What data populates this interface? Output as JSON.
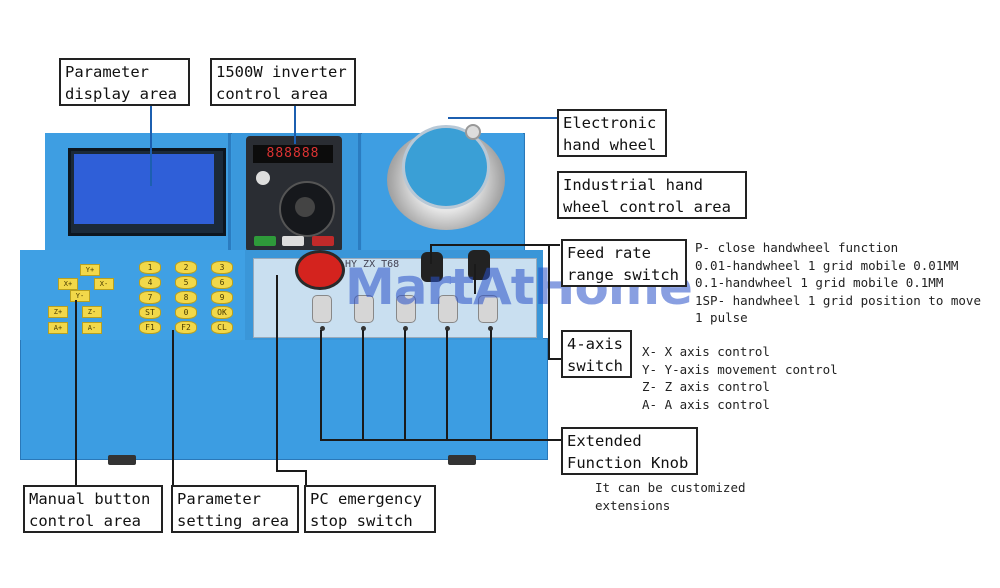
{
  "colors": {
    "machine_blue": "#3b9be0",
    "key_yellow": "#f2d84a",
    "estop_red": "#d4231e",
    "watermark_blue": "#2850c8"
  },
  "labels": {
    "parameter_display": [
      "Parameter",
      "display area"
    ],
    "inverter_control": [
      "1500W inverter",
      "control area"
    ],
    "electronic_wheel": [
      "Electronic",
      "hand wheel"
    ],
    "industrial_wheel": [
      "Industrial hand",
      "wheel control area"
    ],
    "feed_rate": [
      "Feed rate",
      "range switch"
    ],
    "axis_switch": [
      "4-axis",
      "switch"
    ],
    "extended_knob": [
      "Extended",
      "Function Knob"
    ],
    "manual_button": [
      "Manual button",
      "control area"
    ],
    "parameter_setting": [
      "Parameter",
      "setting area"
    ],
    "pc_estop": [
      "PC emergency",
      "stop switch"
    ]
  },
  "notes": {
    "feed_rate": [
      "P- close handwheel function",
      "0.01-handwheel 1 grid mobile 0.01MM",
      "0.1-handwheel 1 grid mobile 0.1MM",
      "1SP- handwheel 1 grid position to move",
      "1 pulse"
    ],
    "axis": [
      "X- X axis control",
      "Y- Y-axis movement control",
      "Z- Z axis control",
      "A- A axis control"
    ],
    "extended": [
      "It can be customized",
      "extensions"
    ]
  },
  "machine": {
    "inverter_display": "888888",
    "watermark": "MartAtHome",
    "brand_text": "HY  ZX  T68",
    "keys_left": [
      "X+",
      "Y+",
      "Y-",
      "X-",
      "Z+",
      "Z-",
      "A+",
      "A-"
    ],
    "keys_right": [
      "1",
      "2",
      "3",
      "4",
      "5",
      "6",
      "7",
      "8",
      "9",
      "ST",
      "0",
      "OK",
      "F1",
      "F2",
      "CL"
    ]
  }
}
